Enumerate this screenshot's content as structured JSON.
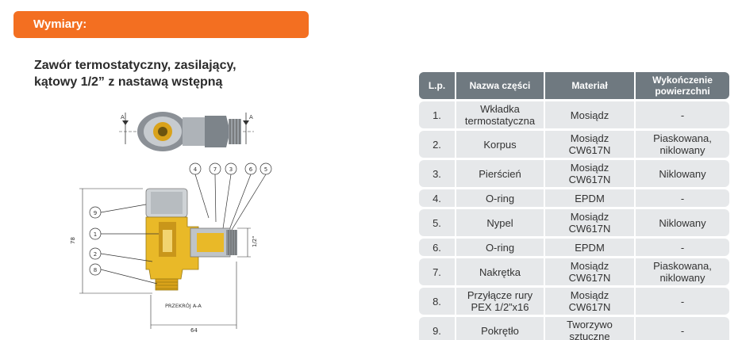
{
  "header": {
    "title": "Wymiary:",
    "accent_color": "#f36f21"
  },
  "product": {
    "title_line1": "Zawór termostatyczny, zasilający,",
    "title_line2": "kątowy 1/2” z nastawą wstępną"
  },
  "drawing": {
    "section_label": "PRZEKRÓJ A-A",
    "dim_height": "78",
    "dim_width": "64",
    "dim_thread": "1/2\"",
    "section_mark": "A",
    "callouts": [
      "9",
      "1",
      "2",
      "8",
      "4",
      "7",
      "3",
      "6",
      "5"
    ]
  },
  "table": {
    "headers": [
      "L.p.",
      "Nazwa części",
      "Materiał",
      "Wykończenie powierzchni"
    ],
    "rows": [
      {
        "lp": "1.",
        "name": "Wkładka termostatyczna",
        "material": "Mosiądz",
        "finish": "-"
      },
      {
        "lp": "2.",
        "name": "Korpus",
        "material": "Mosiądz CW617N",
        "finish": "Piaskowana, niklowany"
      },
      {
        "lp": "3.",
        "name": "Pierścień",
        "material": "Mosiądz CW617N",
        "finish": "Niklowany"
      },
      {
        "lp": "4.",
        "name": "O-ring",
        "material": "EPDM",
        "finish": "-"
      },
      {
        "lp": "5.",
        "name": "Nypel",
        "material": "Mosiądz CW617N",
        "finish": "Niklowany"
      },
      {
        "lp": "6.",
        "name": "O-ring",
        "material": "EPDM",
        "finish": "-"
      },
      {
        "lp": "7.",
        "name": "Nakrętka",
        "material": "Mosiądz CW617N",
        "finish": "Piaskowana, niklowany"
      },
      {
        "lp": "8.",
        "name": "Przyłącze rury PEX 1/2”x16",
        "material": "Mosiądz CW617N",
        "finish": "-"
      },
      {
        "lp": "9.",
        "name": "Pokrętło",
        "material": "Tworzywo sztuczne",
        "finish": "-"
      }
    ]
  }
}
